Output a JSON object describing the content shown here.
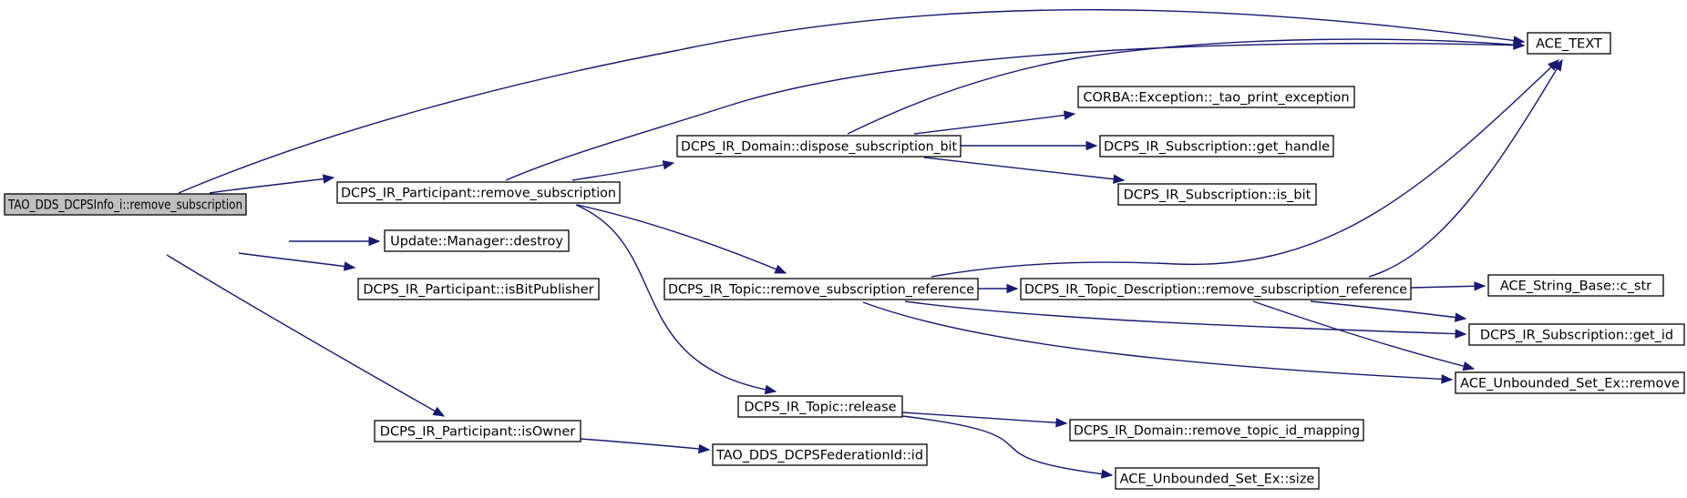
{
  "diagram": {
    "colors": {
      "edge": "#191970",
      "root_fill": "#bfbfbf",
      "node_fill": "#ffffff",
      "node_stroke": "#000000"
    },
    "nodes": [
      {
        "id": "root",
        "label": "TAO_DDS_DCPSInfo_i::remove_subscription",
        "root": true
      },
      {
        "id": "ace_text",
        "label": "ACE_TEXT"
      },
      {
        "id": "part_remove_sub",
        "label": "DCPS_IR_Participant::remove_subscription"
      },
      {
        "id": "update_destroy",
        "label": "Update::Manager::destroy"
      },
      {
        "id": "part_isbitpub",
        "label": "DCPS_IR_Participant::isBitPublisher"
      },
      {
        "id": "part_isowner",
        "label": "DCPS_IR_Participant::isOwner"
      },
      {
        "id": "domain_dispose",
        "label": "DCPS_IR_Domain::dispose_subscription_bit"
      },
      {
        "id": "topic_remove_ref",
        "label": "DCPS_IR_Topic::remove_subscription_reference"
      },
      {
        "id": "topic_release",
        "label": "DCPS_IR_Topic::release"
      },
      {
        "id": "fed_id",
        "label": "TAO_DDS_DCPSFederationId::id"
      },
      {
        "id": "corba_exc",
        "label": "CORBA::Exception::_tao_print_exception"
      },
      {
        "id": "sub_get_handle",
        "label": "DCPS_IR_Subscription::get_handle"
      },
      {
        "id": "sub_is_bit",
        "label": "DCPS_IR_Subscription::is_bit"
      },
      {
        "id": "topicdesc_remove_ref",
        "label": "DCPS_IR_Topic_Description::remove_subscription_reference"
      },
      {
        "id": "string_c_str",
        "label": "ACE_String_Base::c_str"
      },
      {
        "id": "sub_get_id",
        "label": "DCPS_IR_Subscription::get_id"
      },
      {
        "id": "set_remove",
        "label": "ACE_Unbounded_Set_Ex::remove"
      },
      {
        "id": "domain_remove_mapping",
        "label": "DCPS_IR_Domain::remove_topic_id_mapping"
      },
      {
        "id": "set_size",
        "label": "ACE_Unbounded_Set_Ex::size"
      }
    ],
    "edges": [
      {
        "from": "root",
        "to": "ace_text"
      },
      {
        "from": "root",
        "to": "part_remove_sub"
      },
      {
        "from": "root",
        "to": "update_destroy"
      },
      {
        "from": "root",
        "to": "part_isbitpub"
      },
      {
        "from": "root",
        "to": "part_isowner"
      },
      {
        "from": "part_remove_sub",
        "to": "ace_text"
      },
      {
        "from": "part_remove_sub",
        "to": "domain_dispose"
      },
      {
        "from": "part_remove_sub",
        "to": "topic_remove_ref"
      },
      {
        "from": "part_remove_sub",
        "to": "topic_release"
      },
      {
        "from": "domain_dispose",
        "to": "ace_text"
      },
      {
        "from": "domain_dispose",
        "to": "corba_exc"
      },
      {
        "from": "domain_dispose",
        "to": "sub_get_handle"
      },
      {
        "from": "domain_dispose",
        "to": "sub_is_bit"
      },
      {
        "from": "topic_remove_ref",
        "to": "ace_text"
      },
      {
        "from": "topic_remove_ref",
        "to": "topicdesc_remove_ref"
      },
      {
        "from": "topic_remove_ref",
        "to": "sub_get_id"
      },
      {
        "from": "topic_remove_ref",
        "to": "set_remove"
      },
      {
        "from": "topicdesc_remove_ref",
        "to": "ace_text"
      },
      {
        "from": "topicdesc_remove_ref",
        "to": "string_c_str"
      },
      {
        "from": "topicdesc_remove_ref",
        "to": "sub_get_id"
      },
      {
        "from": "topicdesc_remove_ref",
        "to": "set_remove"
      },
      {
        "from": "topic_release",
        "to": "domain_remove_mapping"
      },
      {
        "from": "topic_release",
        "to": "set_size"
      },
      {
        "from": "part_isowner",
        "to": "fed_id"
      }
    ]
  }
}
